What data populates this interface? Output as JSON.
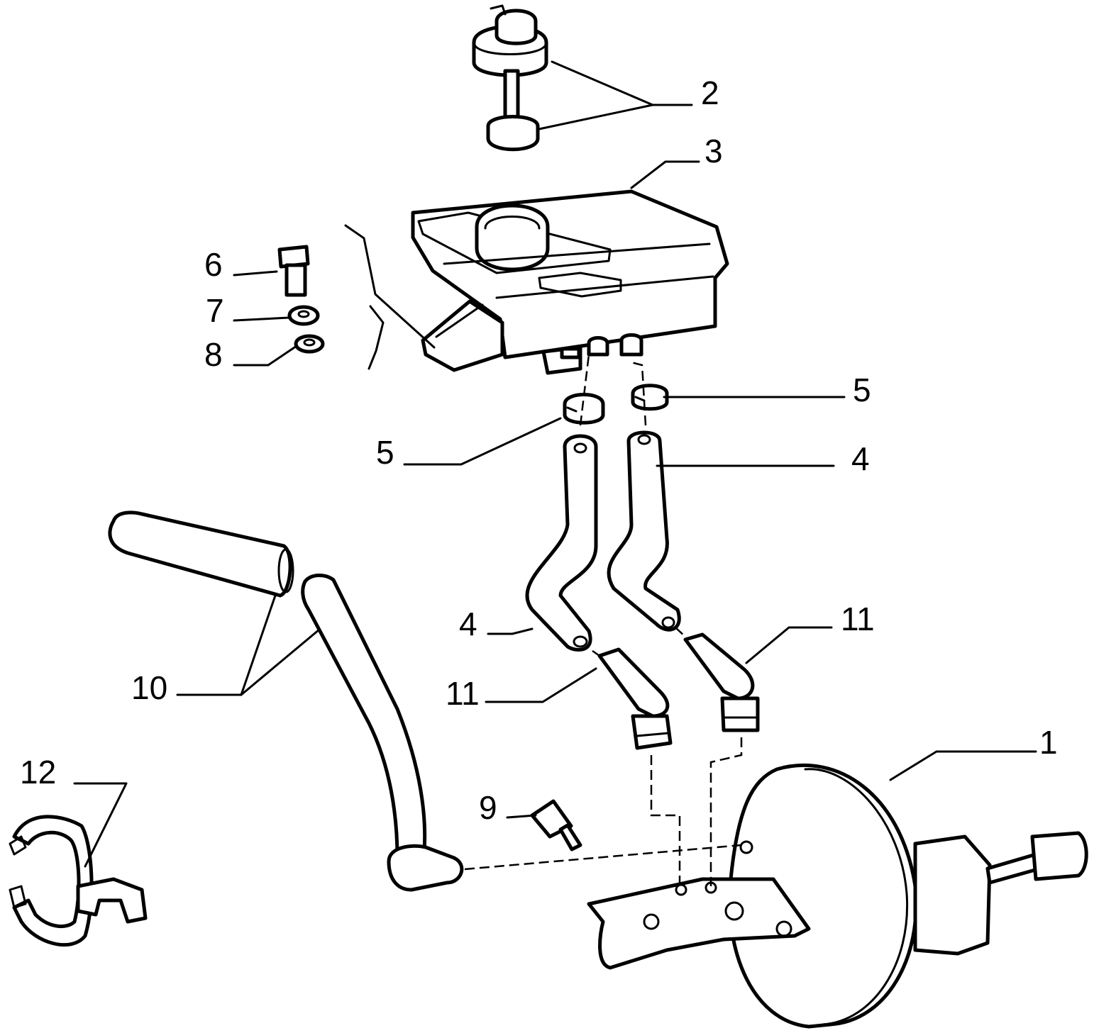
{
  "diagram": {
    "callouts": [
      {
        "id": "1",
        "text": "1"
      },
      {
        "id": "2",
        "text": "2"
      },
      {
        "id": "3",
        "text": "3"
      },
      {
        "id": "4a",
        "text": "4"
      },
      {
        "id": "4b",
        "text": "4"
      },
      {
        "id": "5a",
        "text": "5"
      },
      {
        "id": "5b",
        "text": "5"
      },
      {
        "id": "6",
        "text": "6"
      },
      {
        "id": "7",
        "text": "7"
      },
      {
        "id": "8",
        "text": "8"
      },
      {
        "id": "9",
        "text": "9"
      },
      {
        "id": "10",
        "text": "10"
      },
      {
        "id": "11a",
        "text": "11"
      },
      {
        "id": "11b",
        "text": "11"
      },
      {
        "id": "12",
        "text": "12"
      }
    ]
  }
}
